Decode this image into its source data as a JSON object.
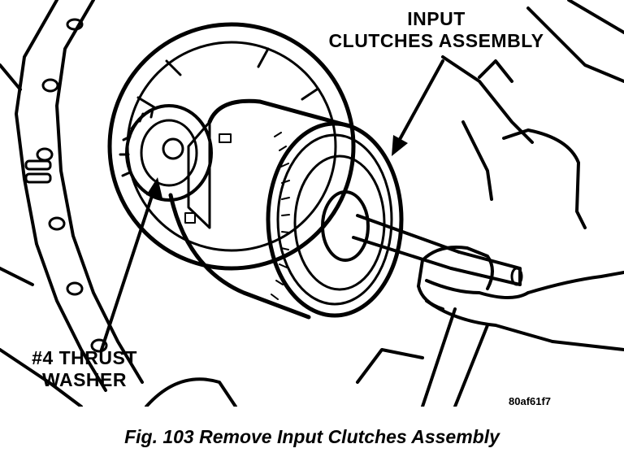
{
  "labels": {
    "input_clutches": [
      "INPUT",
      "CLUTCHES ASSEMBLY"
    ],
    "thrust_washer": [
      "#4 THRUST",
      "WASHER"
    ]
  },
  "figure_code": "80af61f7",
  "caption": "Fig. 103 Remove Input Clutches Assembly"
}
